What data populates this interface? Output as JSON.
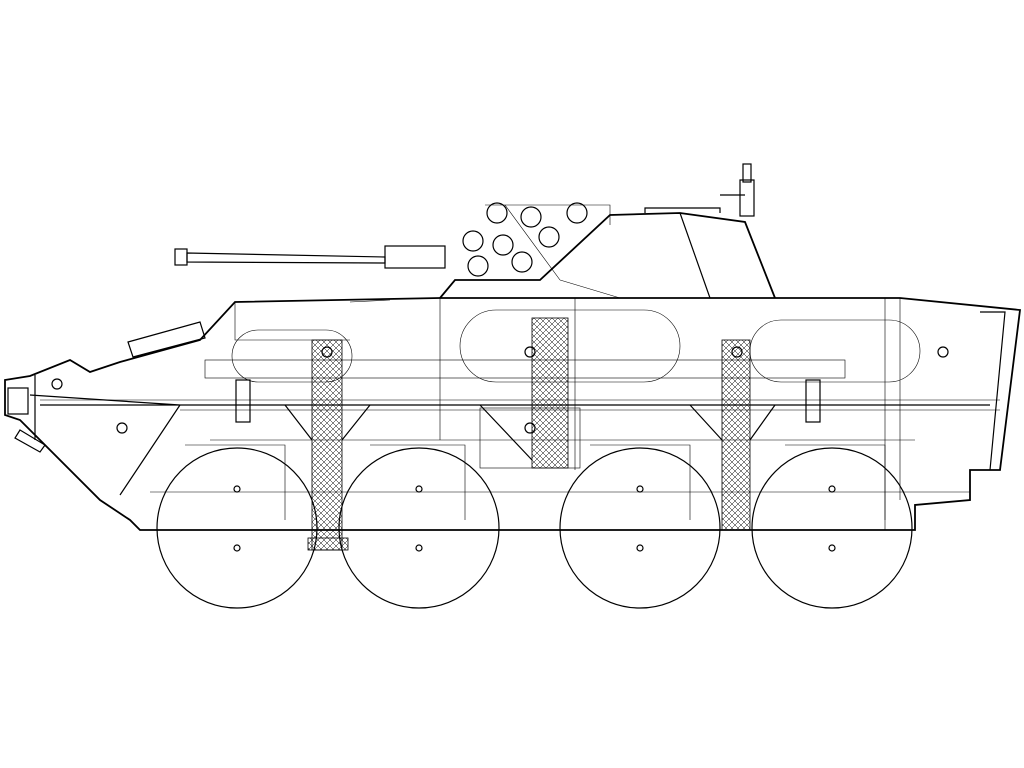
{
  "drawing": {
    "subject": "wheeled-armored-vehicle-side-view",
    "view": "side",
    "wheel_count": 4,
    "colors": {
      "stroke": "#000000",
      "background": "#ffffff"
    }
  }
}
